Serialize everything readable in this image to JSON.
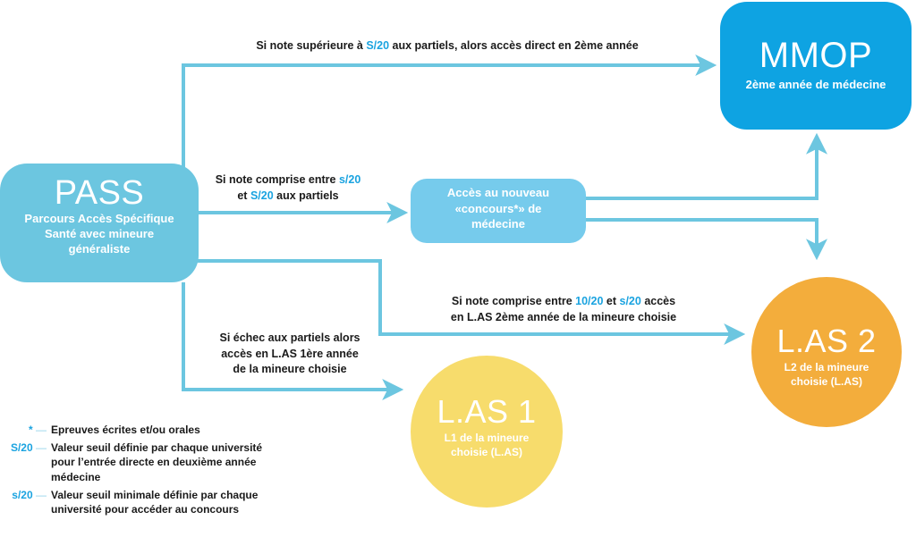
{
  "colors": {
    "connector": "#6cc6e0",
    "pass": "#6cc6e0",
    "mmop": "#0ea3e2",
    "concours": "#76cbec",
    "las2": "#f3ad3c",
    "las1": "#f7dc6c",
    "highlight": "#1aa3e0"
  },
  "nodes": {
    "pass": {
      "title": "PASS",
      "subtitle_lines": [
        "Parcours Accès  Spécifique",
        "Santé avec mineure",
        "généraliste"
      ]
    },
    "mmop": {
      "title": "MMOP",
      "subtitle": "2ème année de médecine"
    },
    "concours": {
      "lines": [
        "Accès au nouveau",
        "«concours*» de",
        "médecine"
      ]
    },
    "las2": {
      "title": "L.AS 2",
      "subtitle_lines": [
        "L2 de la mineure",
        "choisie (L.AS)"
      ]
    },
    "las1": {
      "title": "L.AS 1",
      "subtitle_lines": [
        "L1 de la mineure",
        "choisie (L.AS)"
      ]
    }
  },
  "edges": {
    "top": {
      "pre": "Si note supérieure à ",
      "hl": "S/20",
      "post": " aux partiels, alors accès direct en 2ème année"
    },
    "mid": {
      "l1_pre": "Si note comprise entre ",
      "l1_hl": "s/20",
      "l2_pre": "et ",
      "l2_hl": "S/20",
      "l2_post": " aux partiels"
    },
    "las2": {
      "l1_pre": "Si note comprise entre ",
      "l1_hl1": "10/20",
      "l1_mid": " et ",
      "l1_hl2": "s/20",
      "l1_post": " accès",
      "l2": "en L.AS 2ème année de la mineure choisie"
    },
    "las1": {
      "lines": [
        "Si échec aux partiels alors",
        "accès en L.AS 1ère année",
        "de la mineure choisie"
      ]
    }
  },
  "legend": [
    {
      "key": "*",
      "text_lines": [
        "Epreuves écrites et/ou orales"
      ]
    },
    {
      "key": "S/20",
      "text_lines": [
        "Valeur seuil définie par chaque université",
        "pour l’entrée directe en deuxième année",
        "médecine"
      ]
    },
    {
      "key": "s/20",
      "text_lines": [
        "Valeur seuil minimale définie par chaque",
        "université pour accéder au concours"
      ]
    }
  ],
  "legend_dash": "—"
}
